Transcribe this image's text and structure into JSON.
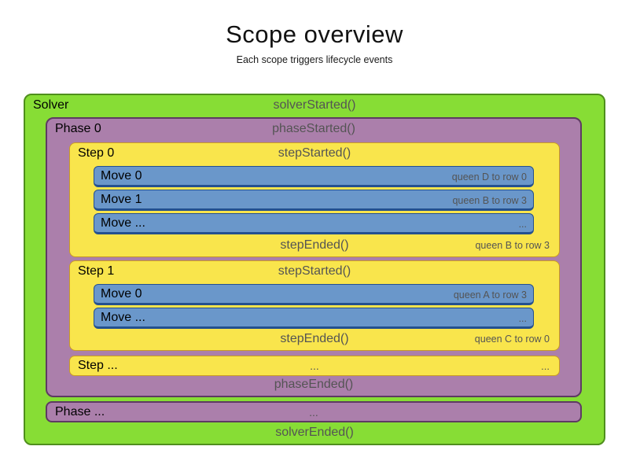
{
  "title": "Scope overview",
  "subtitle": "Each scope triggers lifecycle events",
  "colors": {
    "solver_fill": "#87dd35",
    "solver_border": "#4f8f1d",
    "phase_fill": "#ab7fab",
    "phase_border": "#5e3a62",
    "step_fill": "#f9e54c",
    "step_border": "#c89b26",
    "move_fill": "#6a97ca",
    "move_border": "#24508f",
    "event_text": "#545454",
    "label_text": "#000000"
  },
  "solver": {
    "label": "Solver",
    "started": "solverStarted()",
    "ended": "solverEnded()",
    "phase0": {
      "label": "Phase 0",
      "started": "phaseStarted()",
      "ended": "phaseEnded()",
      "steps": [
        {
          "label": "Step 0",
          "started": "stepStarted()",
          "ended": "stepEnded()",
          "ended_note": "queen B to row 3",
          "moves": [
            {
              "label": "Move 0",
              "note": "queen D to row 0"
            },
            {
              "label": "Move 1",
              "note": "queen B to row 3"
            },
            {
              "label": "Move ...",
              "note": "..."
            }
          ]
        },
        {
          "label": "Step 1",
          "started": "stepStarted()",
          "ended": "stepEnded()",
          "ended_note": "queen C to row 0",
          "moves": [
            {
              "label": "Move 0",
              "note": "queen A to row 3"
            },
            {
              "label": "Move ...",
              "note": "..."
            }
          ]
        }
      ],
      "step_more": {
        "label": "Step ...",
        "center": "...",
        "right": "..."
      }
    },
    "phase_more": {
      "label": "Phase ...",
      "center": "..."
    }
  }
}
